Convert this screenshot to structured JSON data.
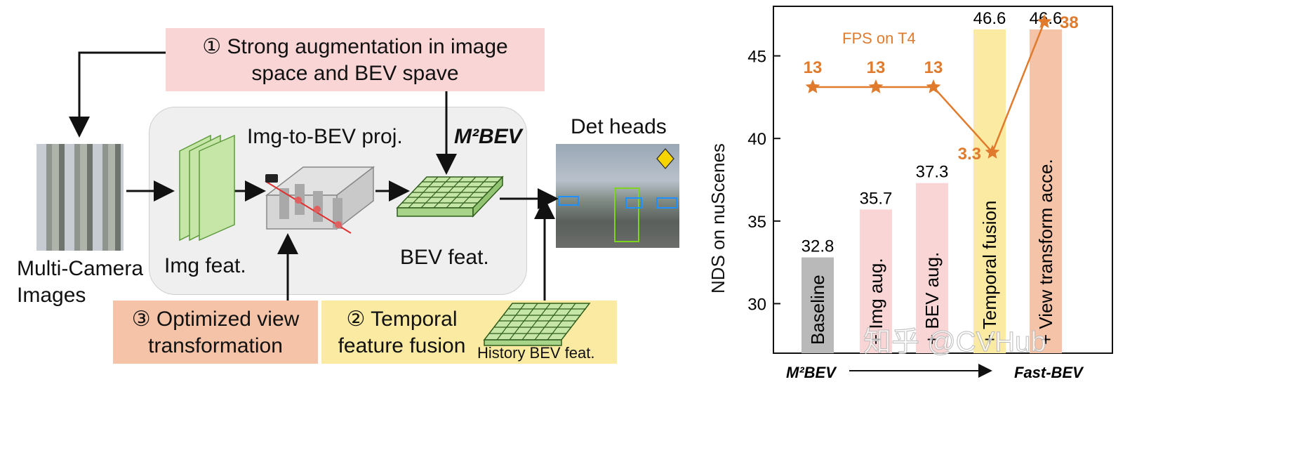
{
  "diagram": {
    "step1": "① Strong augmentation in image space and BEV spave",
    "step2": "② Temporal feature fusion",
    "step3": "③ Optimized view transformation",
    "m2bev_label": "M²BEV",
    "img_to_bev": "Img-to-BEV proj.",
    "img_feat": "Img feat.",
    "bev_feat": "BEV feat.",
    "det_heads": "Det heads",
    "multi_camera": "Multi-Camera Images",
    "history_bev": "History BEV feat."
  },
  "chart_data": {
    "type": "bar",
    "ylabel": "NDS on nuScenes",
    "ylim": [
      27,
      48
    ],
    "yticks": [
      30,
      35,
      40,
      45
    ],
    "categories": [
      "Baseline",
      "+ Img aug.",
      "+ BEV aug.",
      "+ Temporal fusion",
      "+ View transform acce."
    ],
    "values": [
      32.8,
      35.7,
      37.3,
      46.6,
      46.6
    ],
    "value_labels": [
      "32.8",
      "35.7",
      "37.3",
      "46.6",
      "46.6"
    ],
    "bar_colors": [
      "#b9b9b9",
      "#f9d5d6",
      "#f9d5d6",
      "#fbeaa2",
      "#f4c3a8"
    ],
    "fps_series": {
      "name": "FPS on T4",
      "values": [
        13,
        13,
        13,
        3.3,
        38
      ],
      "value_labels": [
        "13",
        "13",
        "13",
        "3.3",
        "38"
      ],
      "color": "#e07b2e"
    },
    "x_start_label": "M²BEV",
    "x_end_label": "Fast-BEV",
    "watermark": "知乎 @CVHub"
  }
}
